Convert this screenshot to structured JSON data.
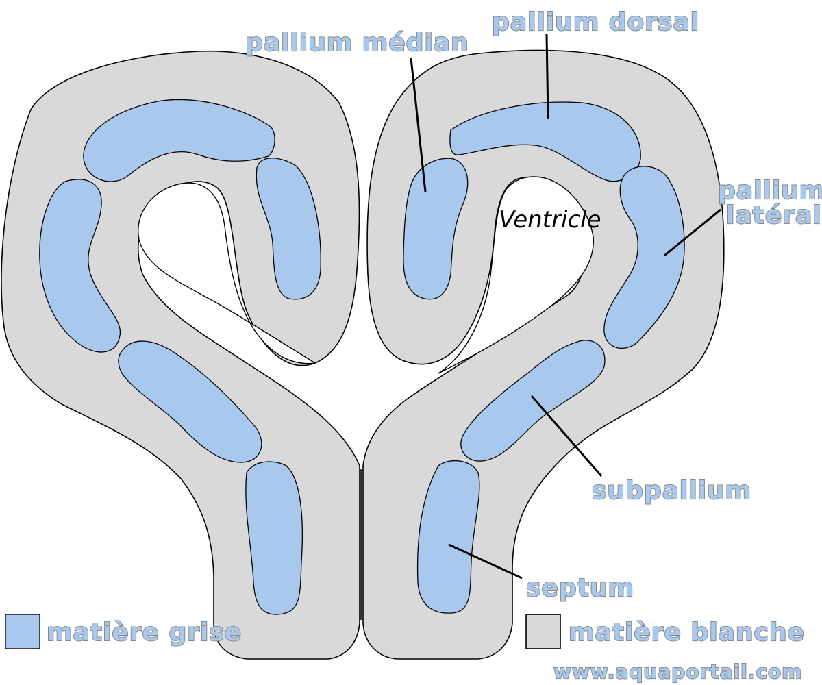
{
  "labels": {
    "pallium_median": "pallium médian",
    "pallium_dorsal": "pallium dorsal",
    "pallium_lateral_line1": "pallium",
    "pallium_lateral_line2": "latéral",
    "ventricle": "Ventricle",
    "subpallium": "subpallium",
    "septum": "septum"
  },
  "legend": {
    "grey_matter": "matière grise",
    "white_matter": "matière blanche"
  },
  "watermark": "www.aquaportail.com",
  "colors": {
    "grey_matter": "#a9c8ee",
    "white_matter": "#d9d9d9",
    "label_text": "#a9c8ee",
    "outline": "#000000",
    "ventricle_cavity": "#ffffff"
  }
}
